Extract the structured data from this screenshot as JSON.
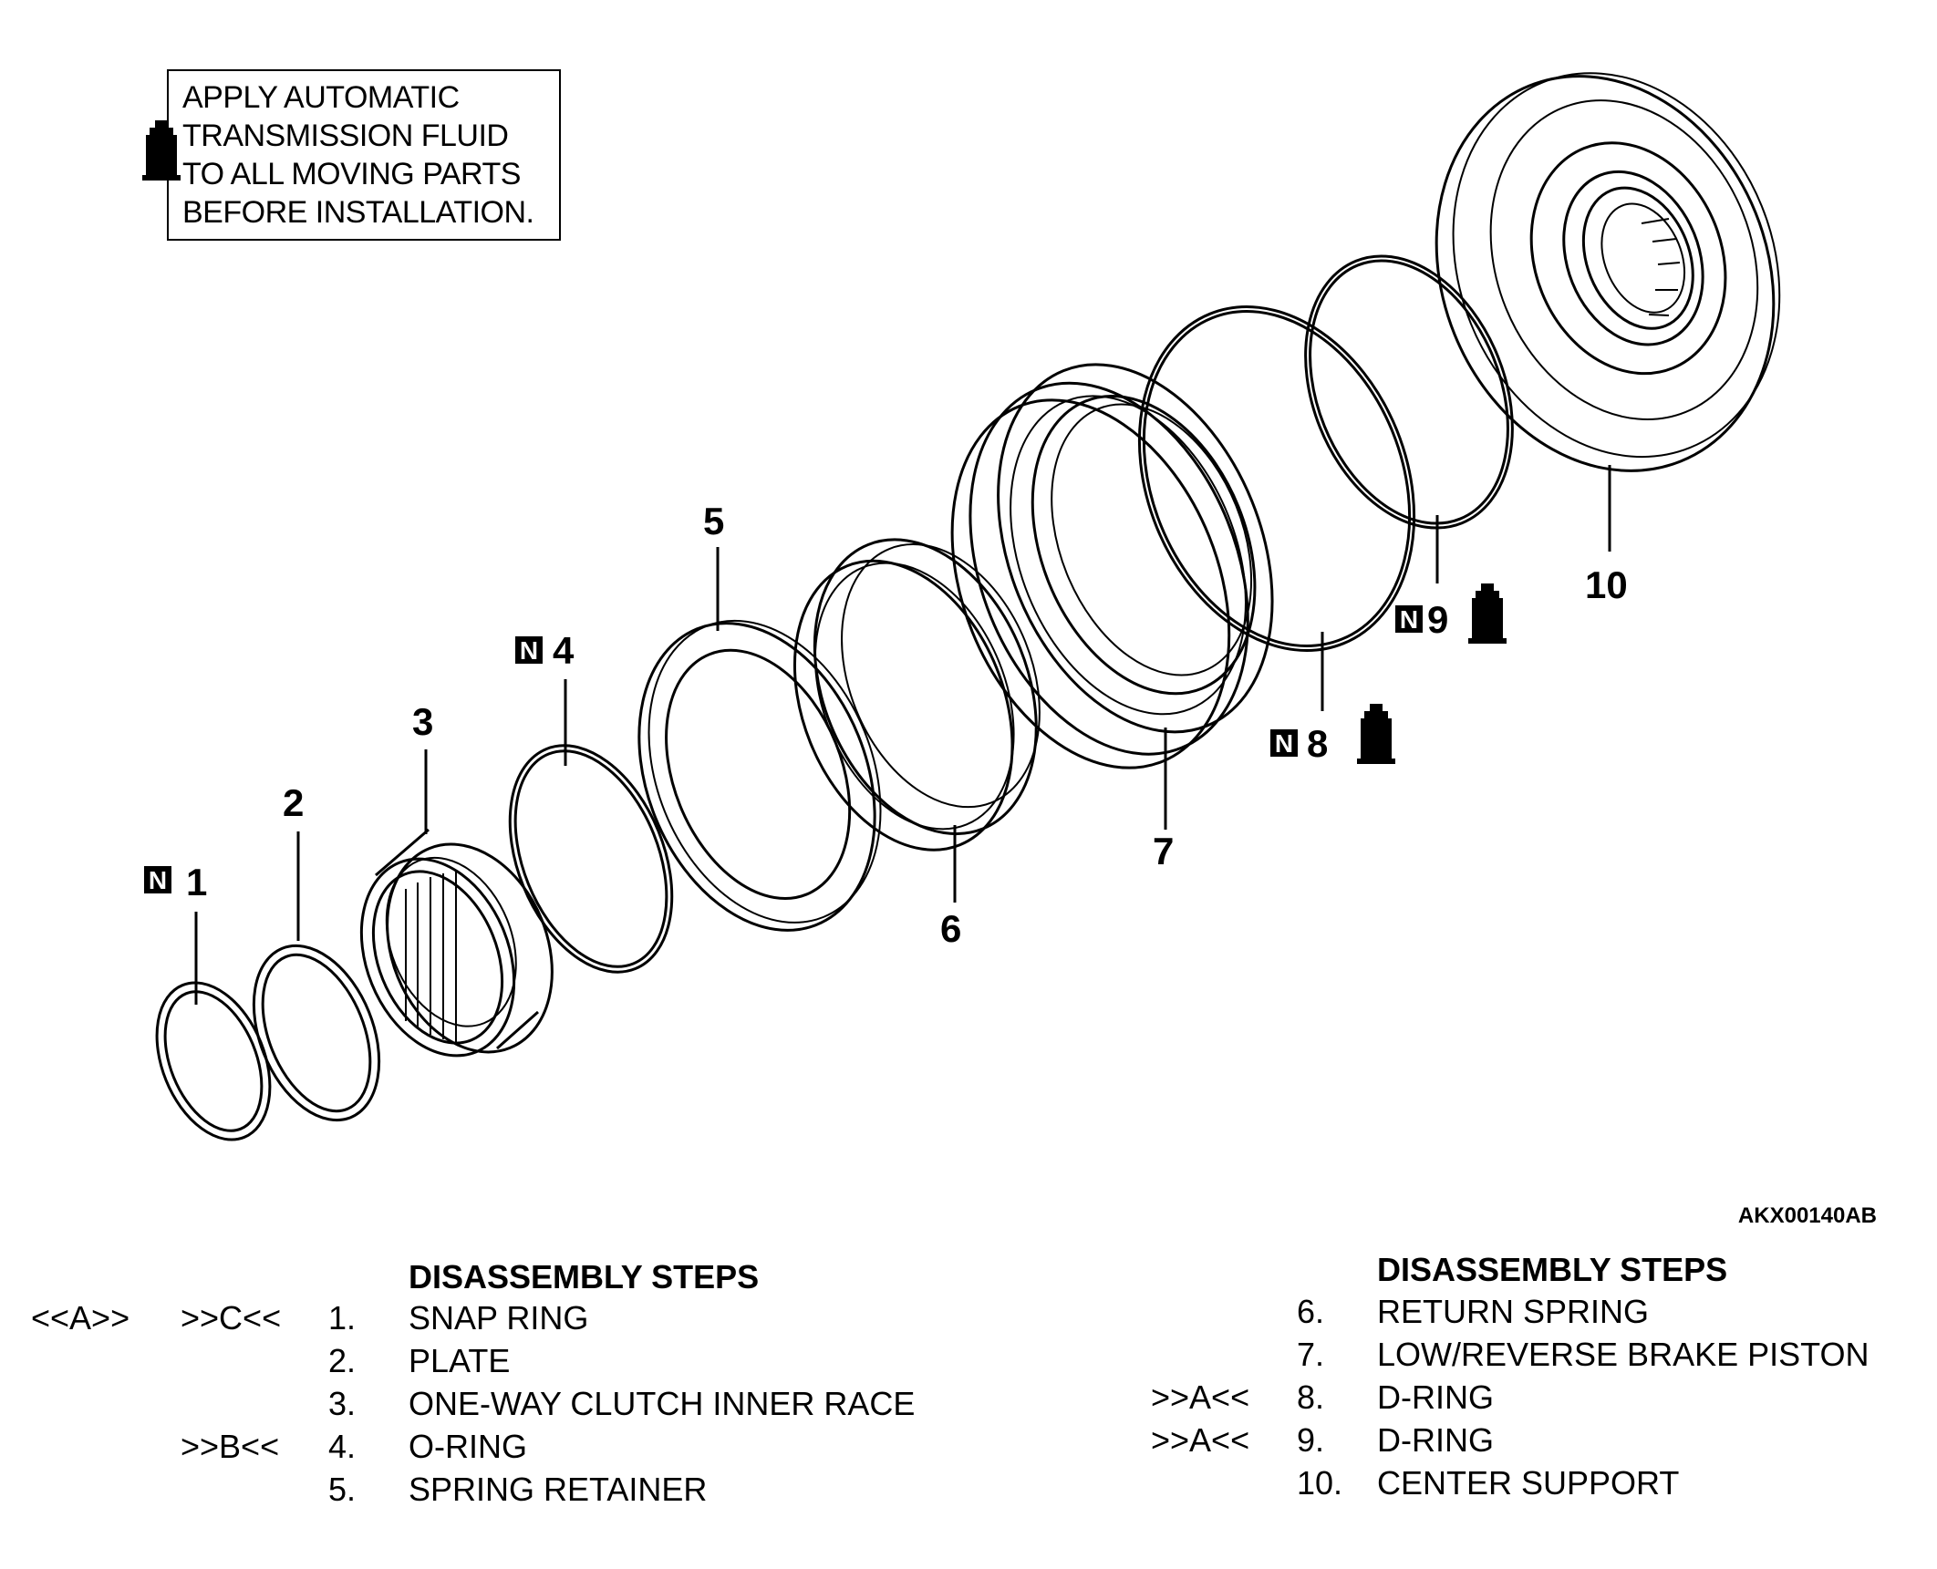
{
  "note": {
    "lines": [
      "APPLY AUTOMATIC",
      "TRANSMISSION FLUID",
      "TO ALL MOVING PARTS",
      "BEFORE INSTALLATION."
    ],
    "icon": "fluid-bottle-icon"
  },
  "figure_code": "AKX00140AB",
  "callouts": [
    {
      "num": "1",
      "mark": "N"
    },
    {
      "num": "2",
      "mark": ""
    },
    {
      "num": "3",
      "mark": ""
    },
    {
      "num": "4",
      "mark": "N"
    },
    {
      "num": "5",
      "mark": ""
    },
    {
      "num": "6",
      "mark": ""
    },
    {
      "num": "7",
      "mark": ""
    },
    {
      "num": "8",
      "mark": "N"
    },
    {
      "num": "9",
      "mark": "N"
    },
    {
      "num": "10",
      "mark": ""
    }
  ],
  "steps_left": {
    "heading": "DISASSEMBLY STEPS",
    "rows": [
      {
        "dis": "<<A>>",
        "asm": ">>C<<",
        "num": "1.",
        "label": "SNAP RING"
      },
      {
        "dis": "",
        "asm": "",
        "num": "2.",
        "label": "PLATE"
      },
      {
        "dis": "",
        "asm": "",
        "num": "3.",
        "label": "ONE-WAY CLUTCH INNER RACE"
      },
      {
        "dis": "",
        "asm": ">>B<<",
        "num": "4.",
        "label": "O-RING"
      },
      {
        "dis": "",
        "asm": "",
        "num": "5.",
        "label": "SPRING RETAINER"
      }
    ]
  },
  "steps_right": {
    "heading": "DISASSEMBLY STEPS",
    "rows": [
      {
        "asm": "",
        "num": "6.",
        "label": "RETURN SPRING"
      },
      {
        "asm": "",
        "num": "7.",
        "label": "LOW/REVERSE BRAKE PISTON"
      },
      {
        "asm": ">>A<<",
        "num": "8.",
        "label": "D-RING"
      },
      {
        "asm": ">>A<<",
        "num": "9.",
        "label": "D-RING"
      },
      {
        "asm": "",
        "num": "10.",
        "label": "CENTER SUPPORT"
      }
    ]
  }
}
